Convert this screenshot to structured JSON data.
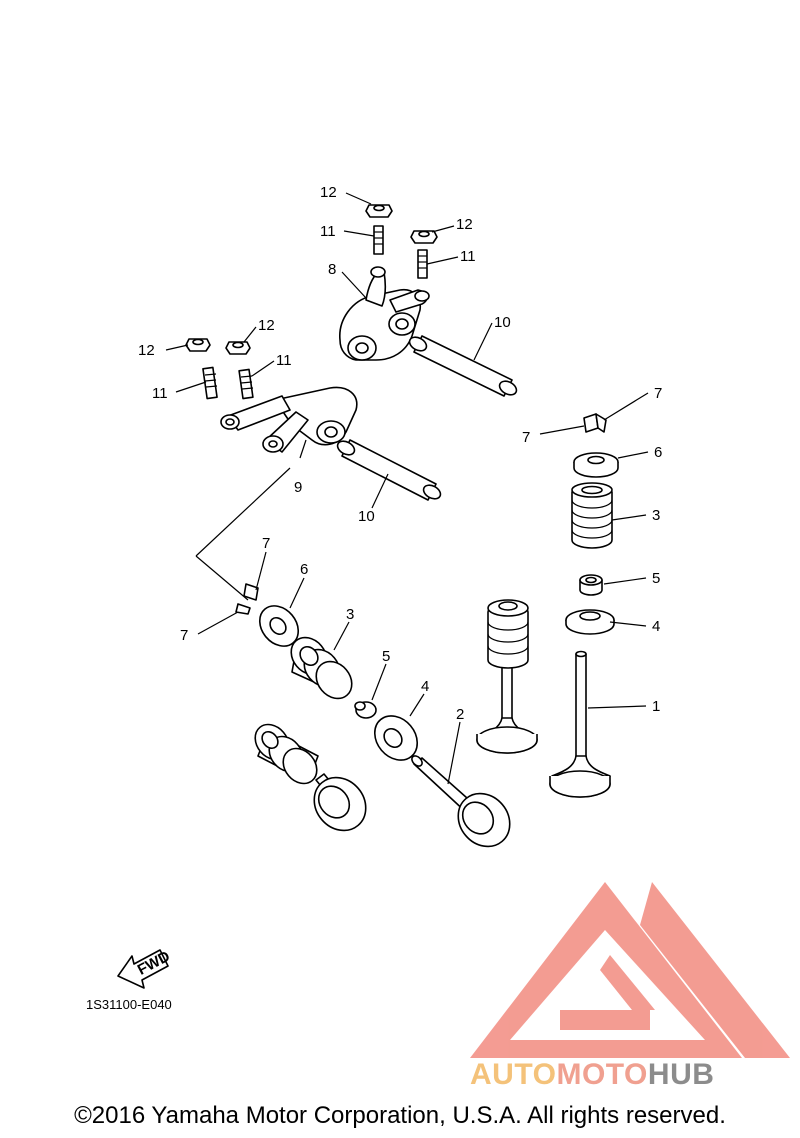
{
  "callouts": {
    "c1": "1",
    "c2": "2",
    "c3a": "3",
    "c3b": "3",
    "c4a": "4",
    "c4b": "4",
    "c5a": "5",
    "c5b": "5",
    "c6a": "6",
    "c6b": "6",
    "c7a": "7",
    "c7b": "7",
    "c7c": "7",
    "c7d": "7",
    "c8": "8",
    "c9": "9",
    "c10a": "10",
    "c10b": "10",
    "c11a": "11",
    "c11b": "11",
    "c11c": "11",
    "c11d": "11",
    "c12a": "12",
    "c12b": "12",
    "c12c": "12",
    "c12d": "12"
  },
  "fwd_label": "FWD",
  "diagram_code": "1S31100-E040",
  "copyright": "©2016 Yamaha Motor Corporation, U.S.A. All rights reserved.",
  "watermark": {
    "auto": "AUTO",
    "moto": "MOTO",
    "hub": "HUB"
  },
  "colors": {
    "watermark_red": "#f08c82",
    "watermark_orange": "#f4c27a",
    "watermark_gray": "#8c8c8c"
  }
}
